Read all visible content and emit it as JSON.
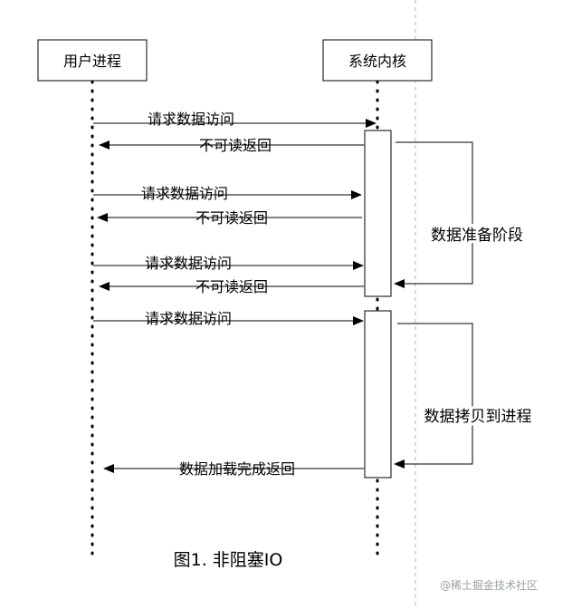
{
  "participants": {
    "user": "用户进程",
    "kernel": "系统内核"
  },
  "messages": [
    {
      "text": "请求数据访问",
      "direction": "request"
    },
    {
      "text": "不可读返回",
      "direction": "response"
    },
    {
      "text": "请求数据访问",
      "direction": "request"
    },
    {
      "text": "不可读返回",
      "direction": "response"
    },
    {
      "text": "请求数据访问",
      "direction": "request"
    },
    {
      "text": "不可读返回",
      "direction": "response"
    },
    {
      "text": "请求数据访问",
      "direction": "request"
    },
    {
      "text": "数据加载完成返回",
      "direction": "response"
    }
  ],
  "phases": {
    "prepare": "数据准备阶段",
    "copy": "数据拷贝到进程"
  },
  "caption": "图1. 非阻塞IO",
  "watermark": "@稀土掘金技术社区",
  "colors": {
    "line": "#000000",
    "box_fill": "#ffffff",
    "divider": "#b0b0b0",
    "watermark": "#9aa0a6"
  }
}
